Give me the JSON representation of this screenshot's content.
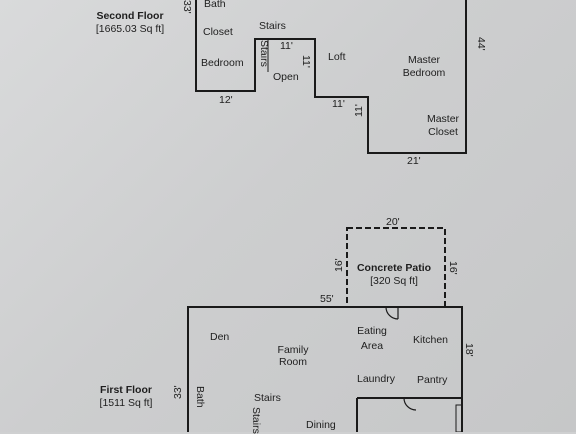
{
  "second_floor": {
    "title": "Second Floor",
    "area": "[1665.03 Sq ft]",
    "rooms": {
      "bath": "Bath",
      "closet": "Closet",
      "bedroom": "Bedroom",
      "stairs": "Stairs",
      "stairs_vertical": "Stairs",
      "open": "Open",
      "loft": "Loft",
      "master_bedroom_l1": "Master",
      "master_bedroom_l2": "Bedroom",
      "master_closet_l1": "Master",
      "master_closet_l2": "Closet"
    },
    "dims": {
      "left": "33'",
      "stairs_top": "11'",
      "stairs_side": "11'",
      "bottom_left": "12'",
      "step": "11'",
      "step_side": "11'",
      "bottom_right": "21'",
      "right": "44'"
    }
  },
  "patio": {
    "title": "Concrete Patio",
    "area": "[320 Sq ft]",
    "dims": {
      "top": "20'",
      "left": "16'",
      "right": "16'"
    }
  },
  "first_floor": {
    "title": "First Floor",
    "area": "[1511 Sq ft]",
    "rooms": {
      "den": "Den",
      "family_room_l1": "Family",
      "family_room_l2": "Room",
      "eating_area_l1": "Eating",
      "eating_area_l2": "Area",
      "kitchen": "Kitchen",
      "laundry": "Laundry",
      "pantry": "Pantry",
      "bath": "Bath",
      "stairs": "Stairs",
      "stairs_vertical": "Stairs",
      "dining": "Dining"
    },
    "dims": {
      "top": "55'",
      "left": "33'",
      "right": "18'"
    }
  }
}
